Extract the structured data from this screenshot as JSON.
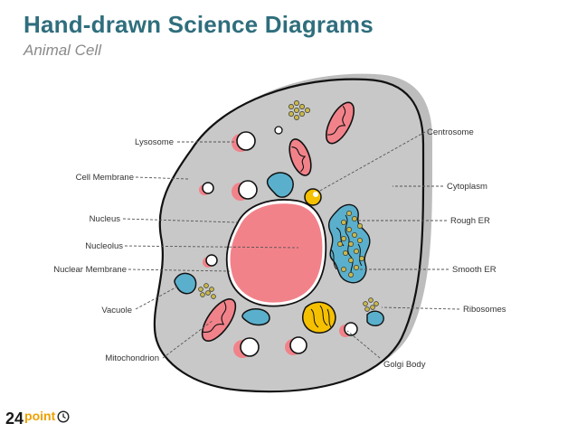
{
  "header": {
    "title": "Hand-drawn Science Diagrams",
    "subtitle": "Animal Cell"
  },
  "labels": {
    "lysosome": "Lysosome",
    "cell_membrane": "Cell Membrane",
    "nucleus": "Nucleus",
    "nucleolus": "Nucleolus",
    "nuclear_membrane": "Nuclear Membrane",
    "vacuole": "Vacuole",
    "mitochondrion": "Mitochondrion",
    "centrosome": "Centrosome",
    "cytoplasm": "Cytoplasm",
    "rough_er": "Rough ER",
    "smooth_er": "Smooth ER",
    "ribosomes": "Ribosomes",
    "golgi_body": "Golgi Body"
  },
  "logo": {
    "number": "24",
    "word": "point",
    "icon": "clock-icon"
  },
  "colors": {
    "title": "#2f6e7d",
    "subtitle": "#8a8a8a",
    "cytoplasm": "#c8c8c8",
    "cytoplasm_shadow": "#bdbdbd",
    "nucleus": "#f2828a",
    "lysosome": "#f2828a",
    "vacuole": "#5ab0cc",
    "er": "#5ab0cc",
    "centrosome": "#f5c000",
    "golgi": "#f5c000",
    "mitochondrion": "#f2828a",
    "ribosome": "#d8c84a",
    "logo_accent": "#f0a000"
  }
}
